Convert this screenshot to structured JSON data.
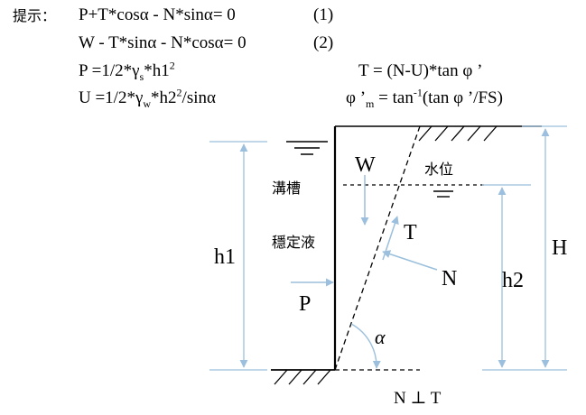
{
  "hint": {
    "label": "提示：",
    "eq1": "P+T*cosα - N*sinα= 0",
    "eq1_num": "(1)",
    "eq2": "W - T*sinα - N*cosα= 0",
    "eq2_num": "(2)",
    "p_pre": "P =1/2*γ",
    "p_sub": "s",
    "p_mid": "*h1",
    "p_sup": "2",
    "u_pre": "U =1/2*γ",
    "u_sub": "w",
    "u_mid": "*h2",
    "u_sup": "2",
    "u_post": "/sinα",
    "t_eq": "T = (N-U)*tan φ ’",
    "phi_pre": "φ ’",
    "phi_sub": "m",
    "phi_mid": " = tan",
    "phi_sup": "-1",
    "phi_post": "(tan φ ’/FS)"
  },
  "diagram": {
    "trench_label": "溝槽",
    "slurry_label": "穩定液",
    "water_label": "水位",
    "h1": "h1",
    "h2": "h2",
    "H": "H",
    "W": "W",
    "T": "T",
    "N": "N",
    "P": "P",
    "alpha": "α",
    "perp": "N ⊥ T"
  },
  "colors": {
    "dimension": "#9bbfdc",
    "arrow": "#9bbfdc",
    "line": "#000000"
  }
}
